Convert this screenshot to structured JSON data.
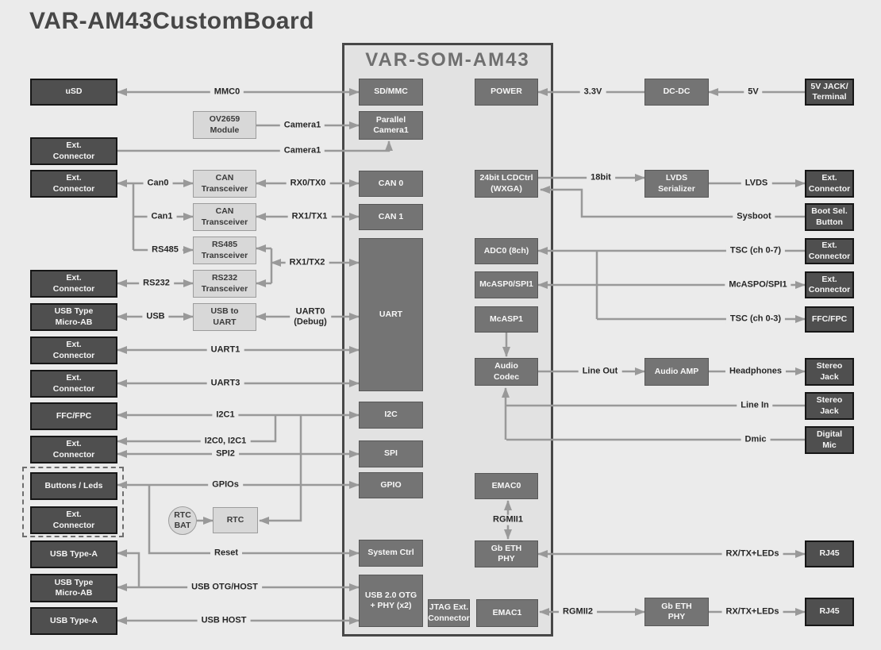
{
  "page_title": "VAR-AM43CustomBoard",
  "som": {
    "title": "VAR-SOM-AM43",
    "blocks": {
      "sd_mmc": "SD/MMC",
      "parallel_camera1": "Parallel\nCamera1",
      "can0": "CAN 0",
      "can1": "CAN 1",
      "uart": "UART",
      "i2c": "I2C",
      "spi": "SPI",
      "gpio": "GPIO",
      "system_ctrl": "System Ctrl",
      "usb_otg": "USB 2.0 OTG\n+ PHY (x2)",
      "power": "POWER",
      "lcdctrl": "24bit LCDCtrl\n(WXGA)",
      "adc0": "ADC0 (8ch)",
      "mcasp0_spi1": "McASP0/SPI1",
      "mcasp1": "McASP1",
      "audio_codec": "Audio\nCodec",
      "emac0": "EMAC0",
      "gb_eth_phy": "Gb ETH\nPHY",
      "emac1": "EMAC1",
      "jtag": "JTAG Ext.\nConnector"
    }
  },
  "peripherals": {
    "usd": "uSD",
    "ext_connector": "Ext.\nConnector",
    "ov2659": "OV2659\nModule",
    "can_transceiver": "CAN\nTransceiver",
    "rs485_transceiver": "RS485\nTransceiver",
    "rs232_transceiver": "RS232\nTransceiver",
    "usb_type_micro_ab": "USB Type\nMicro-AB",
    "usb_to_uart": "USB to\nUART",
    "ffc_fpc": "FFC/FPC",
    "buttons_leds": "Buttons / Leds",
    "rtc_bat": "RTC\nBAT",
    "rtc": "RTC",
    "usb_type_a": "USB Type-A",
    "dc_dc": "DC-DC",
    "jack_5v": "5V JACK/\nTerminal",
    "lvds_serializer": "LVDS\nSerializer",
    "boot_sel_button": "Boot Sel.\nButton",
    "audio_amp": "Audio AMP",
    "stereo_jack": "Stereo\nJack",
    "digital_mic": "Digital\nMic",
    "gb_eth_phy": "Gb ETH\nPHY",
    "rj45": "RJ45"
  },
  "edge_labels": {
    "mmc0": "MMC0",
    "camera1_csi": "Camera1",
    "camera1_ext": "Camera1",
    "can0": "Can0",
    "rx0_tx0": "RX0/TX0",
    "can1": "Can1",
    "rx1_tx1": "RX1/TX1",
    "rs485": "RS485",
    "rx1_tx2": "RX1/TX2",
    "rs232": "RS232",
    "usb": "USB",
    "uart0_debug": "UART0\n(Debug)",
    "uart1": "UART1",
    "uart3": "UART3",
    "i2c1": "I2C1",
    "i2c0_i2c1": "I2C0, I2C1",
    "spi2": "SPI2",
    "gpios": "GPIOs",
    "reset": "Reset",
    "usb_otg_host": "USB OTG/HOST",
    "usb_host": "USB HOST",
    "v3_3": "3.3V",
    "v5": "5V",
    "bit18": "18bit",
    "lvds": "LVDS",
    "sysboot": "Sysboot",
    "tsc_ch_0_7": "TSC (ch 0-7)",
    "mcaspo_spi1": "McASPO/SPI1",
    "tsc_ch_0_3": "TSC (ch 0-3)",
    "line_out": "Line Out",
    "headphones": "Headphones",
    "line_in": "Line In",
    "dmic": "Dmic",
    "rgmii1": "RGMII1",
    "rx_tx_leds_1": "RX/TX+LEDs",
    "rgmii2": "RGMII2",
    "rx_tx_leds_2": "RX/TX+LEDs"
  },
  "colors": {
    "background": "#ebebeb",
    "som_fill": "#e2e2e2",
    "dark_block": "#4f4f4f",
    "som_block": "#747474",
    "light_block": "#d8d8d8",
    "connector_line": "#999999"
  }
}
